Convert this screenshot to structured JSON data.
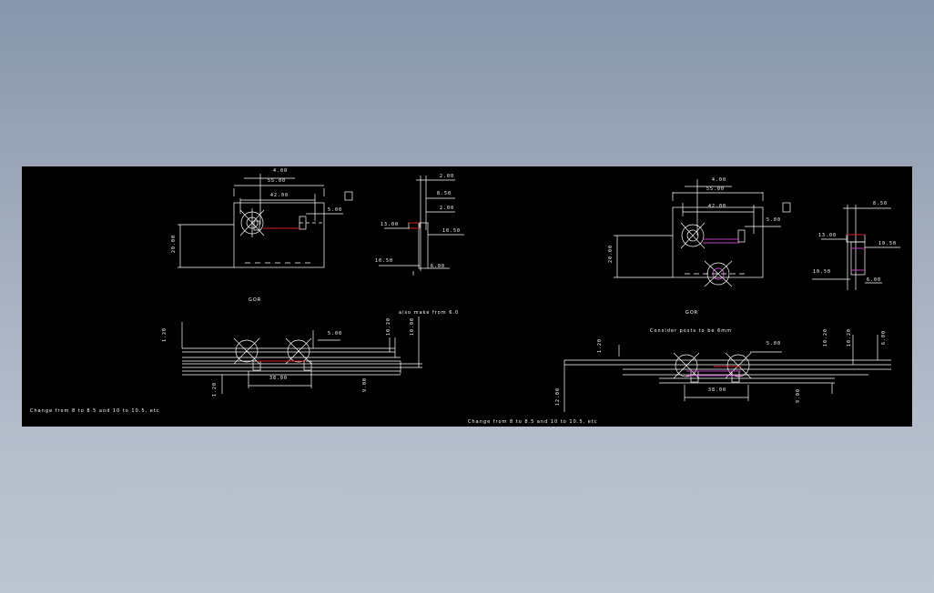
{
  "drawings": {
    "left": {
      "top_view": {
        "dims": {
          "d1": "4.00",
          "d2": "55.00",
          "d3": "42.00",
          "d4": "5.00",
          "d5": "20.00"
        }
      },
      "side_view": {
        "dims": {
          "d1": "2.00",
          "d2": "8.50",
          "d3": "2.00",
          "d4": "13.00",
          "d5": "10.50",
          "d6": "10.50",
          "d7": "6.00"
        }
      },
      "section_label": "GOR",
      "front_view": {
        "dims": {
          "d1": "1.20",
          "d2": "5.00",
          "d3": "10.20",
          "d4": "10.00",
          "d5": "38.00",
          "d6": "1.20",
          "d7": "9.00"
        }
      },
      "note_top": "also make from 6.0",
      "note_bottom": "Change from 8 to 8.5 and 10 to 10.5, etc"
    },
    "right": {
      "top_view": {
        "dims": {
          "d1": "4.00",
          "d2": "55.00",
          "d3": "42.00",
          "d4": "5.00",
          "d5": "20.00"
        }
      },
      "side_view": {
        "dims": {
          "d1": "8.50",
          "d2": "13.00",
          "d3": "10.50",
          "d4": "10.50",
          "d5": "6.00"
        }
      },
      "section_label": "GOR",
      "front_view": {
        "dims": {
          "d1": "1.20",
          "d2": "5.00",
          "d3": "10.20",
          "d4": "10.20",
          "d5": "6.00",
          "d6": "38.00",
          "d7": "12.00",
          "d8": "9.00"
        }
      },
      "note_top": "Consider posts to be 6mm",
      "note_bottom": "Change from 8 to 8.5 and 10 to 10.5, etc"
    }
  }
}
